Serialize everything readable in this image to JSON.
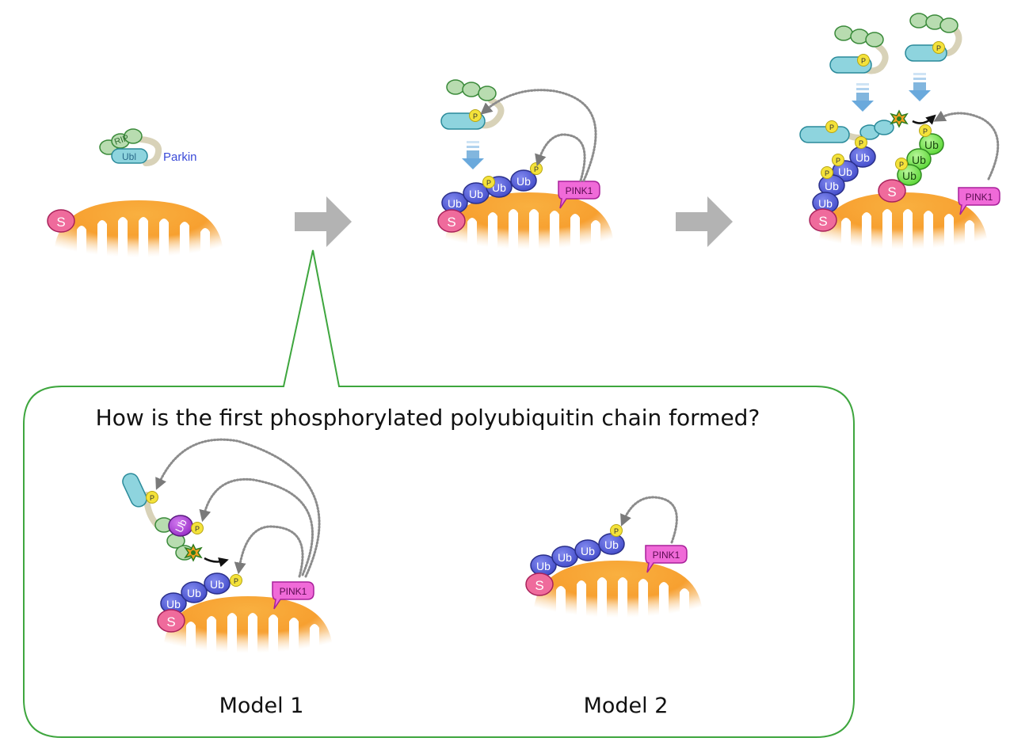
{
  "labels": {
    "parkin": "Parkin",
    "ubl": "Ubl",
    "rip": "RIP",
    "pink1": "PINK1",
    "s": "S",
    "ub": "Ub",
    "p": "P"
  },
  "question": "How is the first phosphorylated polyubiquitin chain formed?",
  "models": {
    "model1": "Model 1",
    "model2": "Model 2"
  },
  "colors": {
    "mitochondrion": "#f7a030",
    "ub_blue": "#5560d8",
    "ub_green": "#7ee860",
    "ub_purple": "#b04ad8",
    "pink1": "#f06ad8",
    "s_pink": "#ef6b9c",
    "phospho": "#f4e23a",
    "ubl_cyan": "#8ed4de",
    "rip_green": "#b8dcb0",
    "linker": "#d8d2b8",
    "arrow_gray": "#b3b3b3",
    "arrow_blue": "#82b6de",
    "callout_border": "#3ea63e"
  }
}
